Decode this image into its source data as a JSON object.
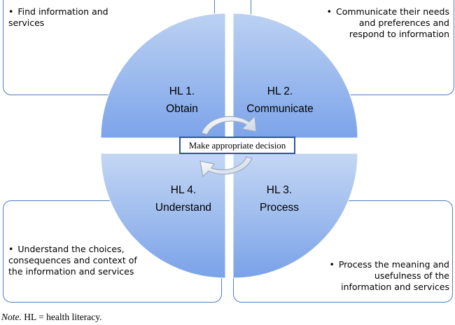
{
  "callouts": {
    "top_left": "Find information and services",
    "top_right": "Communicate their needs and preferences and respond to information",
    "bottom_left": "Understand the choices, consequences and context of the information  and services",
    "bottom_right": "Process the meaning and usefulness of the information and services"
  },
  "quadrants": {
    "q1": {
      "id": "HL 1.",
      "name": "Obtain"
    },
    "q2": {
      "id": "HL 2.",
      "name": "Communicate"
    },
    "q3": {
      "id": "HL 3.",
      "name": "Process"
    },
    "q4": {
      "id": "HL 4.",
      "name": "Understand"
    }
  },
  "center_label": "Make appropriate decision",
  "note": {
    "prefix": "Note.",
    "text": " HL = health literacy."
  },
  "colors": {
    "callout_border": "#4f7ec0",
    "quadrant_top": "#b3cbf0",
    "quadrant_bottom": "#7ea6ea",
    "center_border": "#2f5597"
  }
}
